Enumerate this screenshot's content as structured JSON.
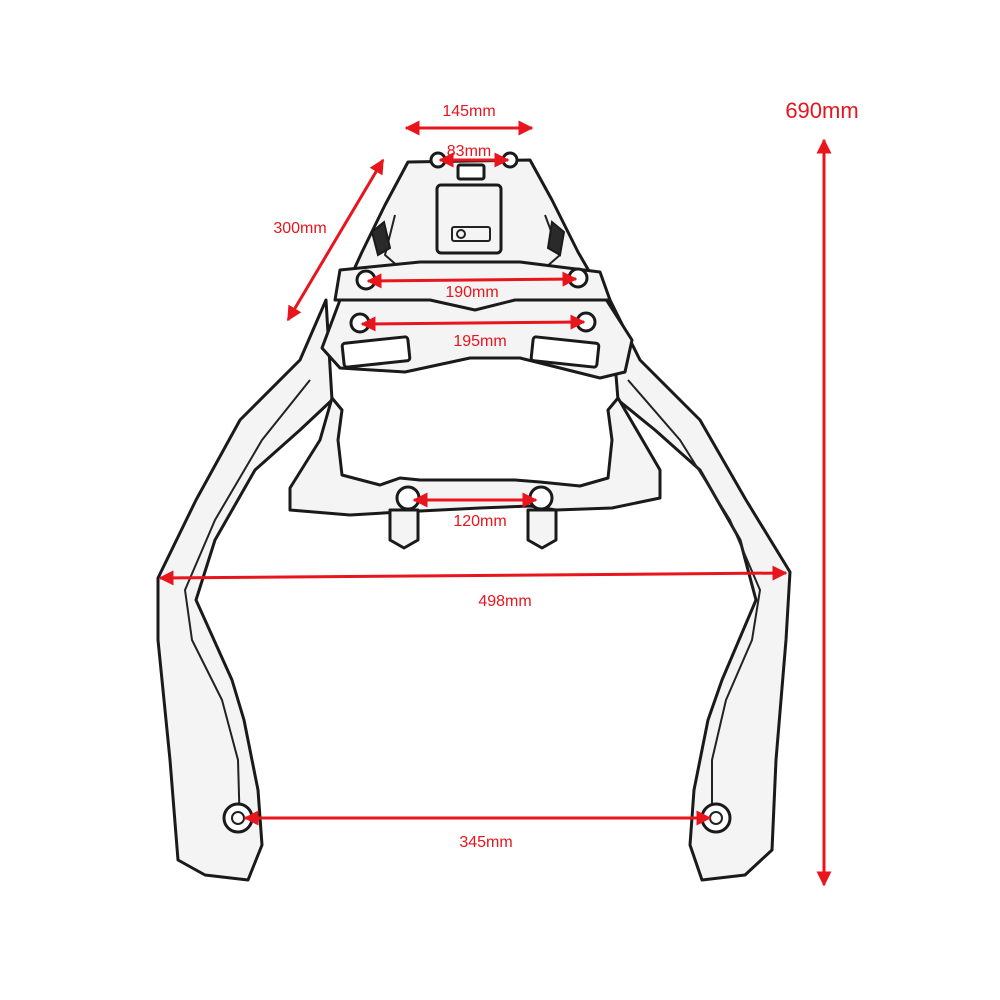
{
  "image": {
    "subject": "motorcycle-rear-luggage-rack",
    "accent_color": "#e8151c",
    "line_color": "#1a1a1a",
    "background": "#ffffff"
  },
  "dimensions": {
    "overall_height": "690mm",
    "top_plate_width": "145mm",
    "top_inner_width": "83mm",
    "plate_length": "300mm",
    "upper_mount_spacing": "190mm",
    "lower_mount_spacing": "195mm",
    "center_mount_spacing": "120mm",
    "max_width": "498mm",
    "foot_mount_spacing": "345mm"
  }
}
